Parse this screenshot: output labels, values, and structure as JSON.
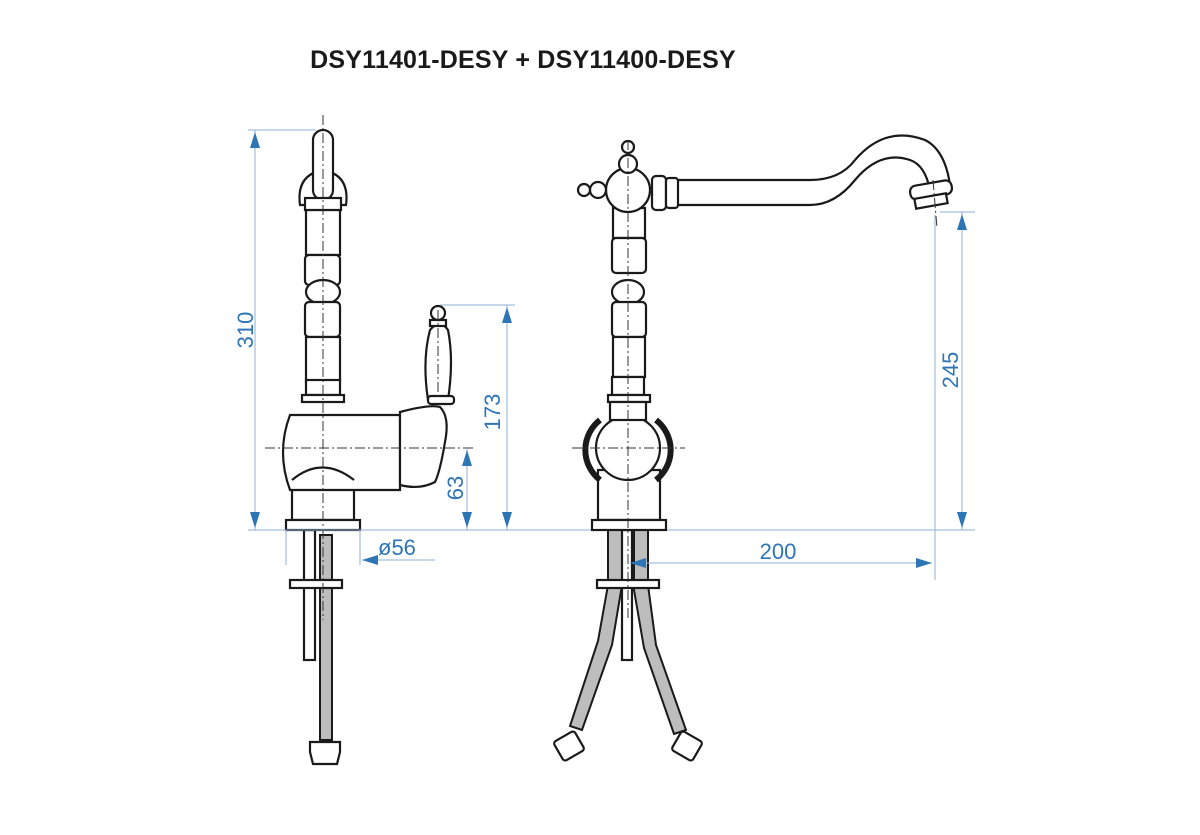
{
  "title": "DSY11401-DESY +  DSY11400-DESY",
  "dimensions": {
    "left_height_total": "310",
    "left_handle_height": "173",
    "left_body_axis_height": "63",
    "left_base_diameter": "ø56",
    "right_spout_height": "245",
    "right_spout_reach": "200"
  },
  "colors": {
    "dimension": "#2e75b6",
    "outline": "#1a1a1a",
    "extension_line": "#8fb0d6"
  }
}
